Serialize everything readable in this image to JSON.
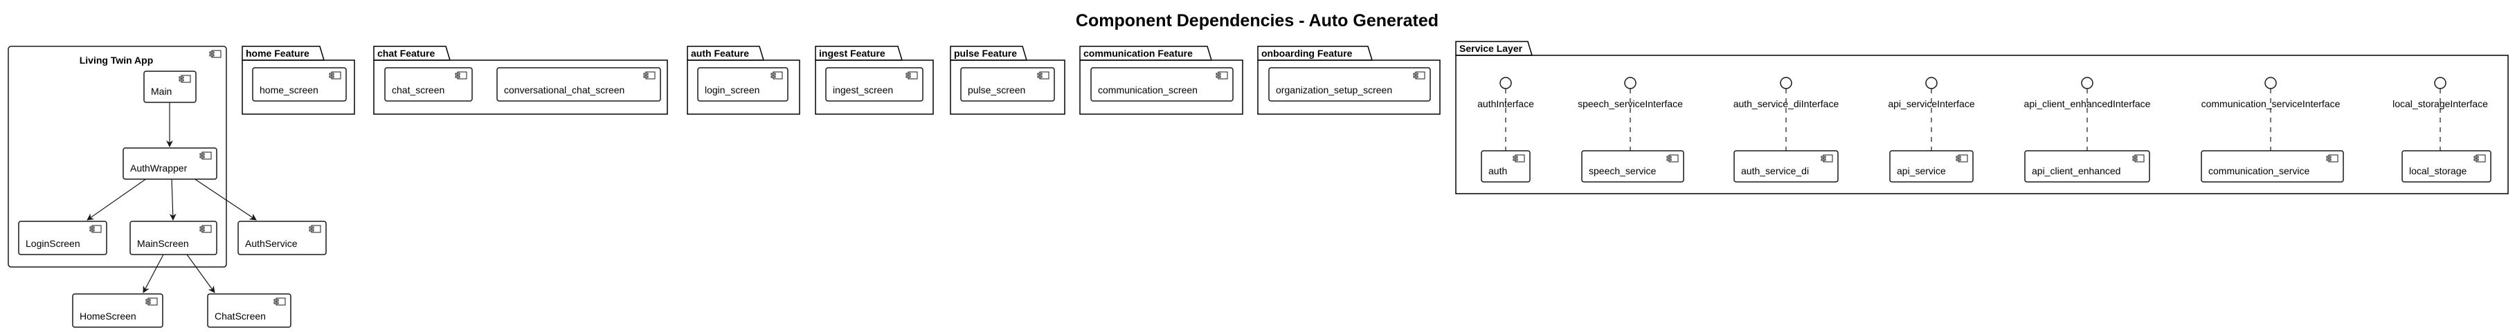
{
  "title": "Component Dependencies - Auto Generated",
  "app": {
    "title": "Living Twin App",
    "components": {
      "main": "Main",
      "auth_wrapper": "AuthWrapper",
      "login_screen": "LoginScreen",
      "main_screen": "MainScreen",
      "auth_service": "AuthService"
    }
  },
  "external": {
    "home_screen": "HomeScreen",
    "chat_screen": "ChatScreen"
  },
  "features": [
    {
      "title": "home Feature",
      "components": [
        "home_screen"
      ]
    },
    {
      "title": "chat Feature",
      "components": [
        "chat_screen",
        "conversational_chat_screen"
      ]
    },
    {
      "title": "auth Feature",
      "components": [
        "login_screen"
      ]
    },
    {
      "title": "ingest Feature",
      "components": [
        "ingest_screen"
      ]
    },
    {
      "title": "pulse Feature",
      "components": [
        "pulse_screen"
      ]
    },
    {
      "title": "communication Feature",
      "components": [
        "communication_screen"
      ]
    },
    {
      "title": "onboarding Feature",
      "components": [
        "organization_setup_screen"
      ]
    }
  ],
  "service_layer": {
    "title": "Service Layer",
    "services": [
      {
        "interface": "authInterface",
        "name": "auth"
      },
      {
        "interface": "speech_serviceInterface",
        "name": "speech_service"
      },
      {
        "interface": "auth_service_diInterface",
        "name": "auth_service_di"
      },
      {
        "interface": "api_serviceInterface",
        "name": "api_service"
      },
      {
        "interface": "api_client_enhancedInterface",
        "name": "api_client_enhanced"
      },
      {
        "interface": "communication_serviceInterface",
        "name": "communication_service"
      },
      {
        "interface": "local_storageInterface",
        "name": "local_storage"
      }
    ]
  }
}
